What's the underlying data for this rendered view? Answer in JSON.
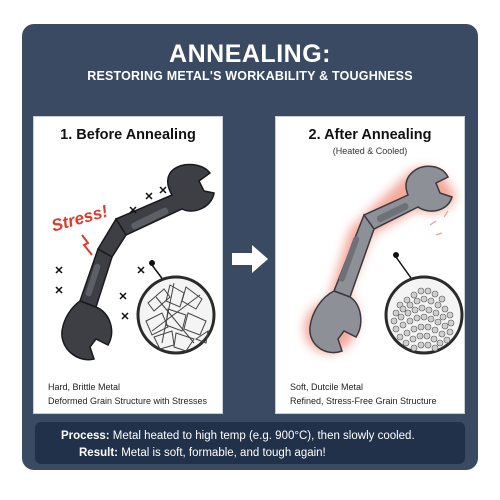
{
  "header": {
    "title": "ANNEALING:",
    "subtitle": "RESTORING METAL'S WORKABILITY & TOUGHNESS"
  },
  "before": {
    "title": "1. Before Annealing",
    "stress_label": "Stress!",
    "caption_line1": "Hard, Brittle Metal",
    "caption_line2": "Deformed Grain Structure with Stresses"
  },
  "after": {
    "title": "2. After Annealing",
    "subtitle": "(Heated & Cooled)",
    "caption_line1": "Soft, Dutcile Metal",
    "caption_line2": "Refined, Stress-Free Grain Structure"
  },
  "process": {
    "process_label": "Process:",
    "process_text": "Metal heated to high temp (e.g. 900°C), then slowly cooled.",
    "result_label": "Result:",
    "result_text": "Metal is soft, formable, and tough again!"
  },
  "colors": {
    "frame": "#3a4a63",
    "process_box": "#22314a",
    "stress_red": "#e0392b",
    "glow_red": "#f29a8a",
    "wrench_dark": "#3d3f45",
    "wrench_gray": "#8d9096"
  },
  "icons": {
    "arrow": "right-arrow-icon",
    "stress_crack": "lightning-crack-icon",
    "marks": "x-mark-icon"
  }
}
